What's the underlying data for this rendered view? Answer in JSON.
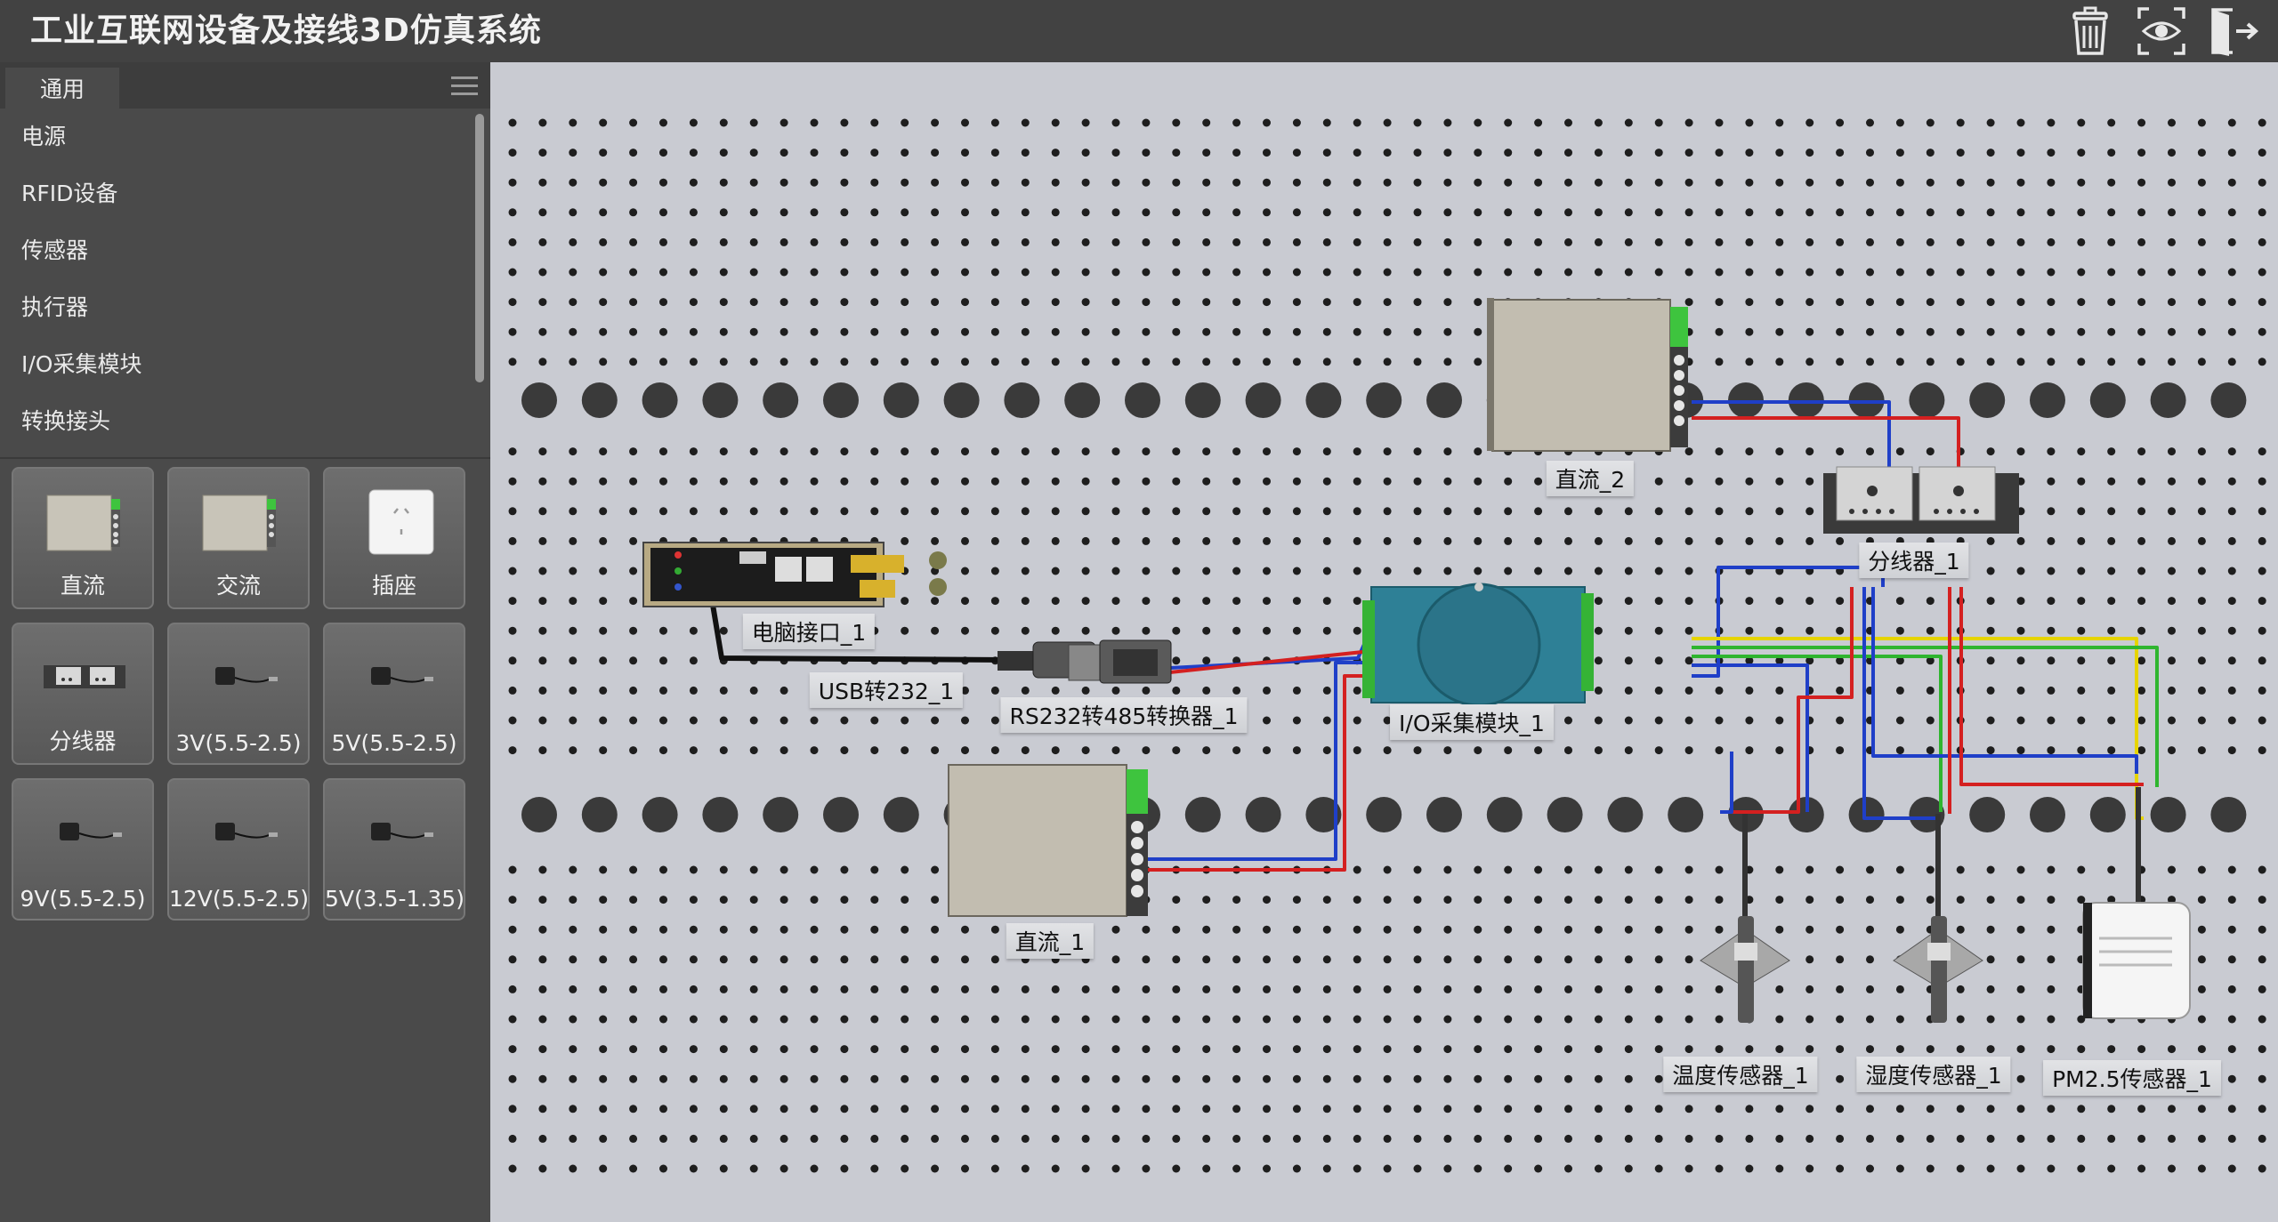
{
  "app": {
    "title": "工业互联网设备及接线3D仿真系统",
    "toolbar": {
      "delete_icon": "trash-icon",
      "preview_icon": "eye-icon",
      "exit_icon": "exit-icon"
    }
  },
  "sidebar": {
    "tab_label": "通用",
    "categories": [
      "电源",
      "RFID设备",
      "传感器",
      "执行器",
      "I/O采集模块",
      "转换接头"
    ],
    "palette": [
      {
        "label": "直流",
        "icon": "dc-power-icon"
      },
      {
        "label": "交流",
        "icon": "ac-power-icon"
      },
      {
        "label": "插座",
        "icon": "socket-icon"
      },
      {
        "label": "分线器",
        "icon": "splitter-icon"
      },
      {
        "label": "3V(5.5-2.5)",
        "icon": "adapter-icon"
      },
      {
        "label": "5V(5.5-2.5)",
        "icon": "adapter-icon"
      },
      {
        "label": "9V(5.5-2.5)",
        "icon": "adapter-icon"
      },
      {
        "label": "12V(5.5-2.5)",
        "icon": "adapter-icon"
      },
      {
        "label": "5V(3.5-1.35)",
        "icon": "adapter-icon"
      }
    ]
  },
  "canvas": {
    "devices": {
      "dc2": "直流_2",
      "splitter": "分线器_1",
      "pc": "电脑接口_1",
      "usb": "USB转232_1",
      "rs": "RS232转485转换器_1",
      "io": "I/O采集模块_1",
      "dc1": "直流_1",
      "temp": "温度传感器_1",
      "hum": "湿度传感器_1",
      "pm": "PM2.5传感器_1"
    },
    "wire_colors": {
      "positive": "#d42020",
      "negative": "#1f3fc8",
      "signal_a": "#2fb52f",
      "signal_b": "#e6d400"
    }
  }
}
